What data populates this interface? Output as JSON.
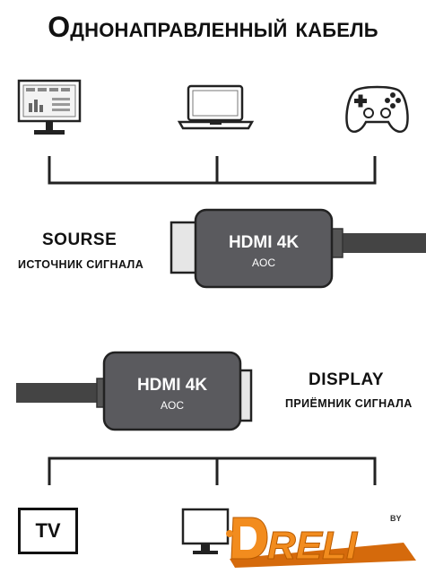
{
  "title": "Однонаправленный кабель",
  "source": {
    "label": "SOURSE",
    "sublabel": "ИСТОЧНИК СИГНАЛА"
  },
  "display": {
    "label": "DISPLAY",
    "sublabel": "ПРИЁМНИК СИГНАЛА"
  },
  "connector_top": {
    "line1": "HDMI 4K",
    "line2": "AOC"
  },
  "connector_bottom": {
    "line1": "HDMI 4K",
    "line2": "AOC"
  },
  "devices_top": [
    "monitor-icon",
    "laptop-icon",
    "gamepad-icon"
  ],
  "devices_bottom": {
    "tv_label": "TV",
    "icons": [
      "tv-icon",
      "monitor-icon"
    ]
  },
  "logo": {
    "text": "DRELI",
    "superscript": "BY"
  },
  "colors": {
    "connector": "#5a5a5e",
    "plug": "#e6e6e6",
    "cable": "#444",
    "logo_orange": "#f28c1e"
  }
}
